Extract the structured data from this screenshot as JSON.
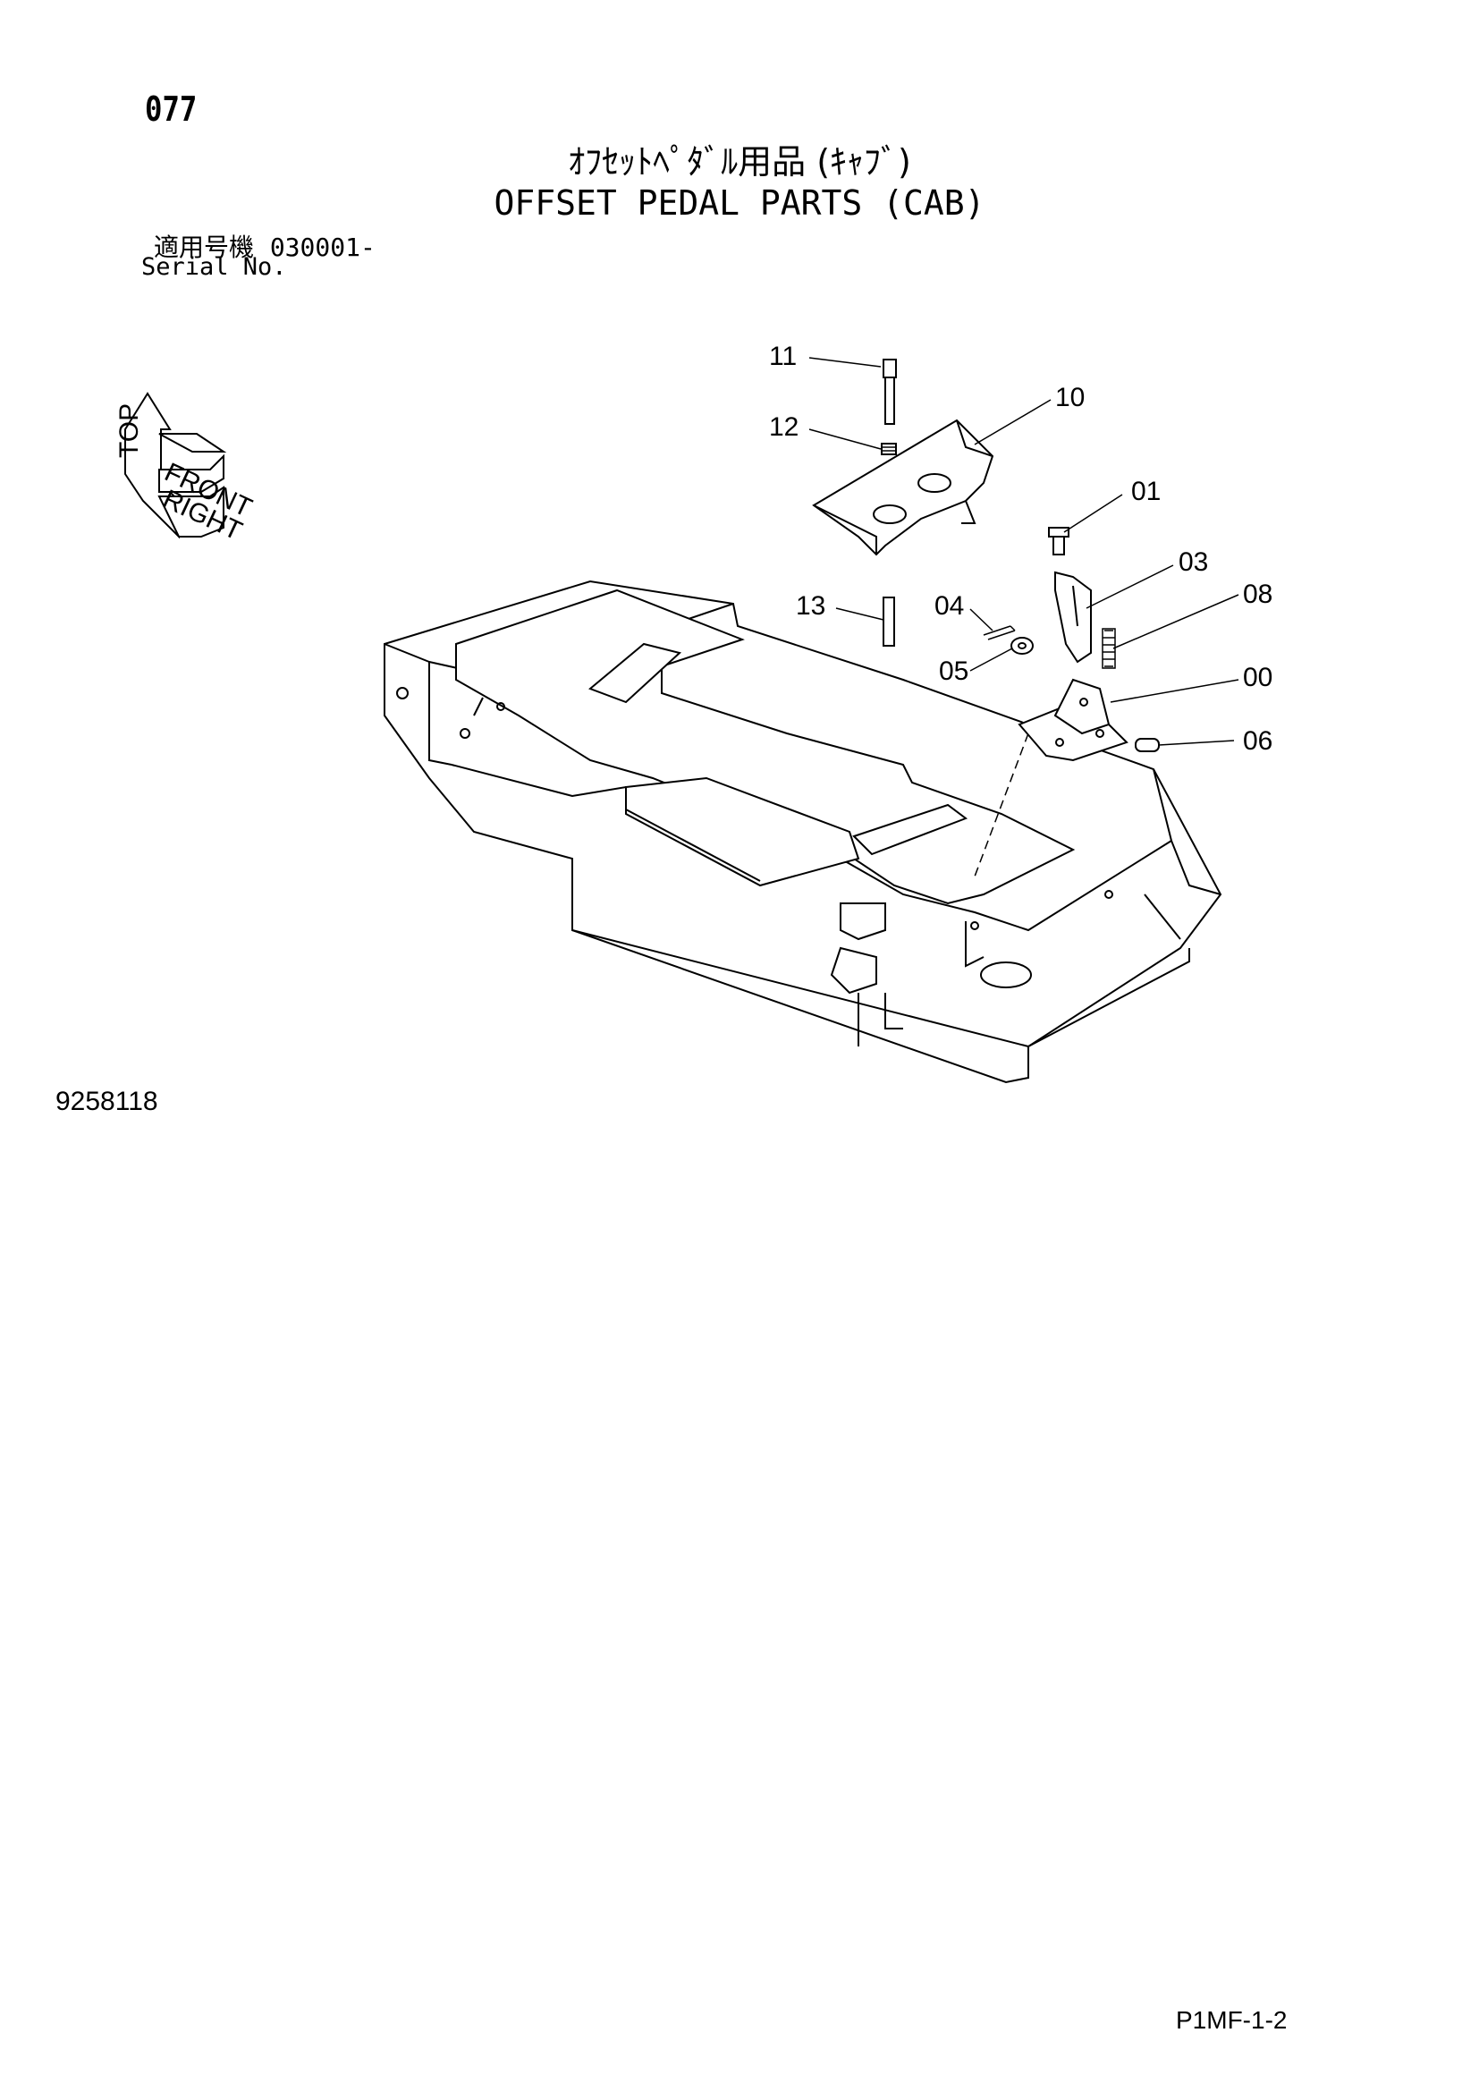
{
  "header": {
    "page_number": "077",
    "title_ja": "ｵﾌｾｯﾄﾍﾟﾀﾞﾙ用品 (ｷｬﾌﾞ)",
    "title_en": "OFFSET PEDAL PARTS (CAB)",
    "serial_label_ja": "適用号機",
    "serial_value": "030001-",
    "serial_label_en": "Serial No."
  },
  "orientation": {
    "top": "TOP",
    "front": "FRONT",
    "right": "RIGHT"
  },
  "callouts": [
    {
      "id": "c11",
      "label": "11"
    },
    {
      "id": "c10",
      "label": "10"
    },
    {
      "id": "c12",
      "label": "12"
    },
    {
      "id": "c01",
      "label": "01"
    },
    {
      "id": "c03",
      "label": "03"
    },
    {
      "id": "c13",
      "label": "13"
    },
    {
      "id": "c04",
      "label": "04"
    },
    {
      "id": "c08",
      "label": "08"
    },
    {
      "id": "c05",
      "label": "05"
    },
    {
      "id": "c00",
      "label": "00"
    },
    {
      "id": "c06",
      "label": "06"
    }
  ],
  "footer": {
    "figure_number": "9258118",
    "page_code": "P1MF-1-2"
  }
}
